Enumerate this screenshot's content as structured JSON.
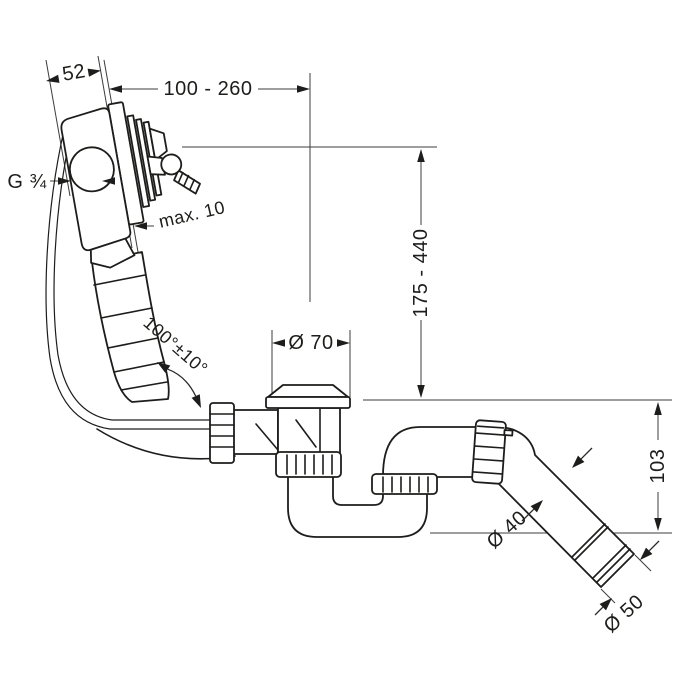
{
  "diagram": {
    "type": "technical-drawing",
    "subject": "bath waste and overflow set with trap",
    "colors": {
      "line": "#1d1d1b",
      "background": "#ffffff"
    },
    "labels": {
      "overflow_depth": "52",
      "reach_range": "100 - 260",
      "thread": "G ¾",
      "wall_thickness": "max. 10",
      "swivel_angle": "100°±10°",
      "plug_diameter": "Ø 70",
      "height_range": "175 - 440",
      "outlet_height": "103",
      "pipe_diameter": "Ø 40",
      "outlet_diameter": "Ø 50"
    }
  }
}
